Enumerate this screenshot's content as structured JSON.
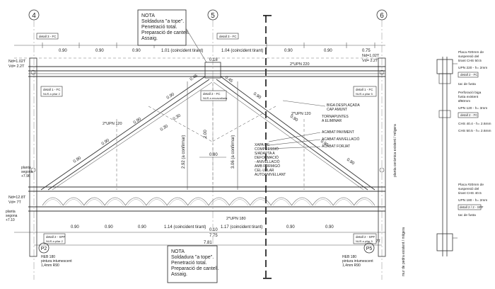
{
  "axes": {
    "a4": "4",
    "a5": "5",
    "a6": "6",
    "p2": "P2",
    "p5": "P5"
  },
  "notes": {
    "top": [
      "NOTA",
      "Soldadura \"a tope\".",
      "Penetració total.",
      "Preparació de cantell.",
      "Assaig."
    ],
    "bottom": [
      "NOTA",
      "Soldadura \"a tope\".",
      "Penetració total.",
      "Preparació de cantell.",
      "Assaig."
    ]
  },
  "dims": {
    "top_left_coincident": "1.01 (coincident tirant)",
    "top_right_coincident": "1.04 (coincident tirant)",
    "bottom_left_coincident": "1.14 (coincident tirant)",
    "bottom_right_coincident": "1.17 (coincident tirant)",
    "d090": "0.90",
    "d075": "0.75",
    "d018": "0.18",
    "d045": "0.45",
    "d030": "0.30",
    "d200": "2.00",
    "d080": "0.80",
    "d010": "0.10",
    "d775": "7.75",
    "d781": "7.81",
    "d292": "2.92 (a confirmar)",
    "d306": "3.06 (a confirmar)"
  },
  "labels": {
    "detail3fc": "detall 3 - FC",
    "detail1fc": "detall 1 - FC",
    "detail1fc_sub": "NUS a pilar 2",
    "detail1fc_r": "detall 1 - FC",
    "detail1fc_r_sub": "NUS a pilar 5",
    "detail2fc": "detall 2 - FC",
    "detail2fc_sub": "NUS a encavallada",
    "detail2spf": "detall 2 - SPF",
    "detail2spf_l_sub": "NUS a pilar 2",
    "detail2spf_r_sub": "NUS a pilar 5",
    "upn220": "2*UPN 220",
    "upn120": "2*UPN 120",
    "upn180": "2*UPN 180",
    "nd_top_l": "Nd=1.02T",
    "vd_top_l": "Vd= 2.2T",
    "nd_top_r": "Nd=1.02T",
    "vd_top_r": "Vd= 2.2T",
    "nd_bot_l": "Nd=12.8T",
    "vd_bot_l": "Vd= 7T",
    "vd_bot_r": "Vd= 7T",
    "biga": [
      "BIGA DESPLAÇADA",
      "CAP AMUNT"
    ],
    "tornapuntes": [
      "TORNAPUNTES",
      "A ELIMINAR"
    ],
    "acabats": [
      "ACABAT PAVIMENT",
      "ACABAT ANIVELLACIÓ",
      "ACABAT FORJAT"
    ],
    "xapa": [
      "XAPA DE",
      "COMPRESSIÓ",
      "S/ADAPTA A",
      "DEFORMACIÓ",
      "- ANIVELLACIÓ",
      "AMB FORMIGÓ",
      "CEL·LULAR",
      "AUTOANIVELLANT"
    ],
    "planta_segona": [
      "planta",
      "segona",
      "+7.96"
    ],
    "planta_segona2": [
      "planta",
      "segona",
      "+7.10"
    ],
    "heb_l": [
      "HEB 180",
      "pintura intumescent",
      "1,4mm R90"
    ],
    "heb_r": [
      "HEB 180",
      "pintura intumescent",
      "1,4mm R90"
    ],
    "mur_vert": "mur de pedra existent / mitgera",
    "paret_vert": "planta ceràmica existent / mitgera"
  },
  "side": {
    "top": [
      "Placa #20mm de",
      "suspensió del",
      "tirant CHS 50.5"
    ],
    "upn220": "UPN 220 - h= 2mm",
    "detail2fc_a": "detall 2 - FC",
    "tacfusta": "tac de fusta",
    "perforacio": [
      "Perforació biga",
      "fusta existent",
      "Ø60mm"
    ],
    "upn120": "UPN 120 - h= 3mm",
    "detail2fc_b": "detall 2 - FC",
    "chs1": "CHS 40.4 - h= 2.6mm",
    "chs2": "CHS 50.5 - h= 2.6mm",
    "bottom": [
      "Placa #20mm de",
      "suspensió del",
      "tirant CHS 40.5"
    ],
    "upn180": "UPN 180 - h= 2mm",
    "detail2spf": "detall 2 / 2 - SPF",
    "tacfusta2": "tac de fusta"
  }
}
